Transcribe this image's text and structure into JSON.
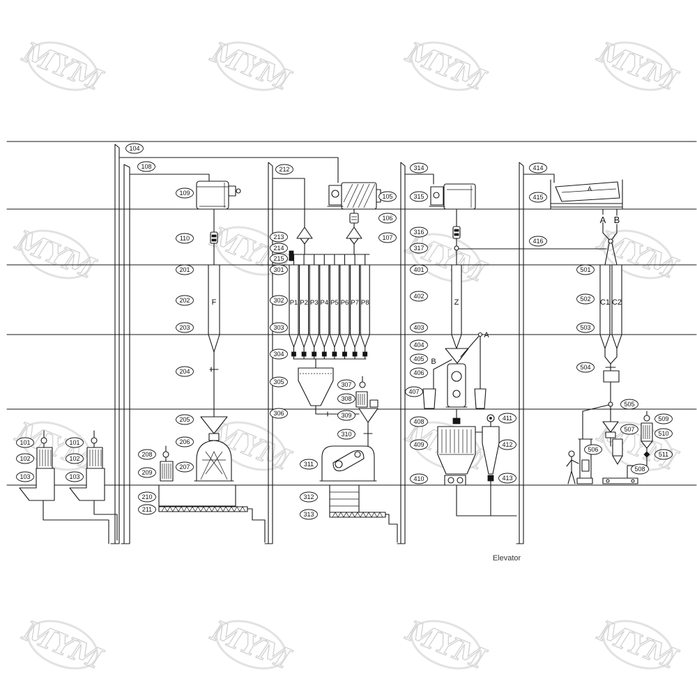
{
  "watermark": {
    "text": "MYM"
  },
  "caption": "Elevator",
  "equipment_labels": {
    "bin_f": "F",
    "bins": [
      "P1",
      "P2",
      "P3",
      "P4",
      "P5",
      "P6",
      "P7",
      "P8"
    ],
    "bin_z": "Z",
    "bin_c1": "C1",
    "bin_c2": "C2",
    "sifter_mark": "A",
    "sifter_outlet_a": "A",
    "sifter_outlet_b": "B",
    "branch_a": "A",
    "branch_b": "B"
  },
  "callouts": [
    "104",
    "108",
    "109",
    "110",
    "201",
    "202",
    "203",
    "204",
    "205",
    "206",
    "207",
    "208",
    "209",
    "210",
    "211",
    "101",
    "102",
    "103",
    "101",
    "102",
    "103",
    "212",
    "105",
    "106",
    "107",
    "213",
    "214",
    "215",
    "301",
    "302",
    "303",
    "304",
    "305",
    "306",
    "307",
    "308",
    "309",
    "310",
    "311",
    "312",
    "313",
    "314",
    "315",
    "316",
    "317",
    "401",
    "402",
    "403",
    "404",
    "405",
    "406",
    "407",
    "408",
    "409",
    "410",
    "411",
    "412",
    "413",
    "414",
    "415",
    "416",
    "501",
    "502",
    "503",
    "504",
    "505",
    "506",
    "507",
    "508",
    "509",
    "510",
    "511"
  ]
}
